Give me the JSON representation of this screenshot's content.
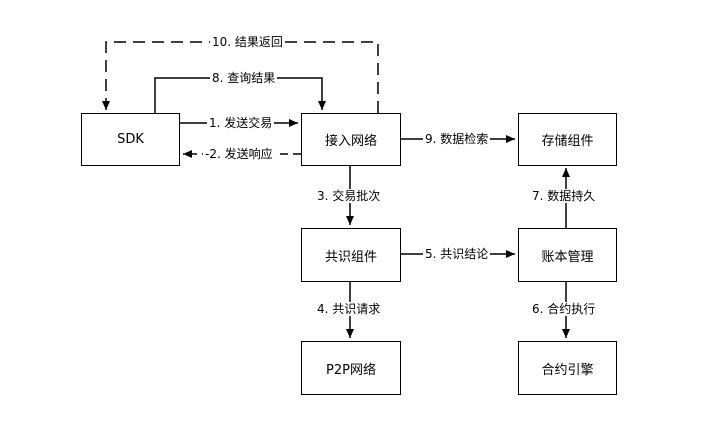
{
  "nodes": {
    "sdk": "SDK",
    "access": "接入网络",
    "storage": "存储组件",
    "consensus": "共识组件",
    "ledger": "账本管理",
    "p2p": "P2P网络",
    "contract": "合约引擎"
  },
  "edges": {
    "send_tx": "1. 发送交易",
    "response": "-2. 发送响应",
    "batch": "3. 交易批次",
    "consensus_req": "4. 共识请求",
    "consensus_result": "5. 共识结论",
    "contract_exec": "6. 合约执行",
    "persist": "7. 数据持久",
    "query": "8. 查询结果",
    "retrieve": "9. 数据检索",
    "return": "10. 结果返回"
  },
  "colors": {
    "line": "#000000",
    "box_border": "#000000",
    "background": "#ffffff"
  }
}
